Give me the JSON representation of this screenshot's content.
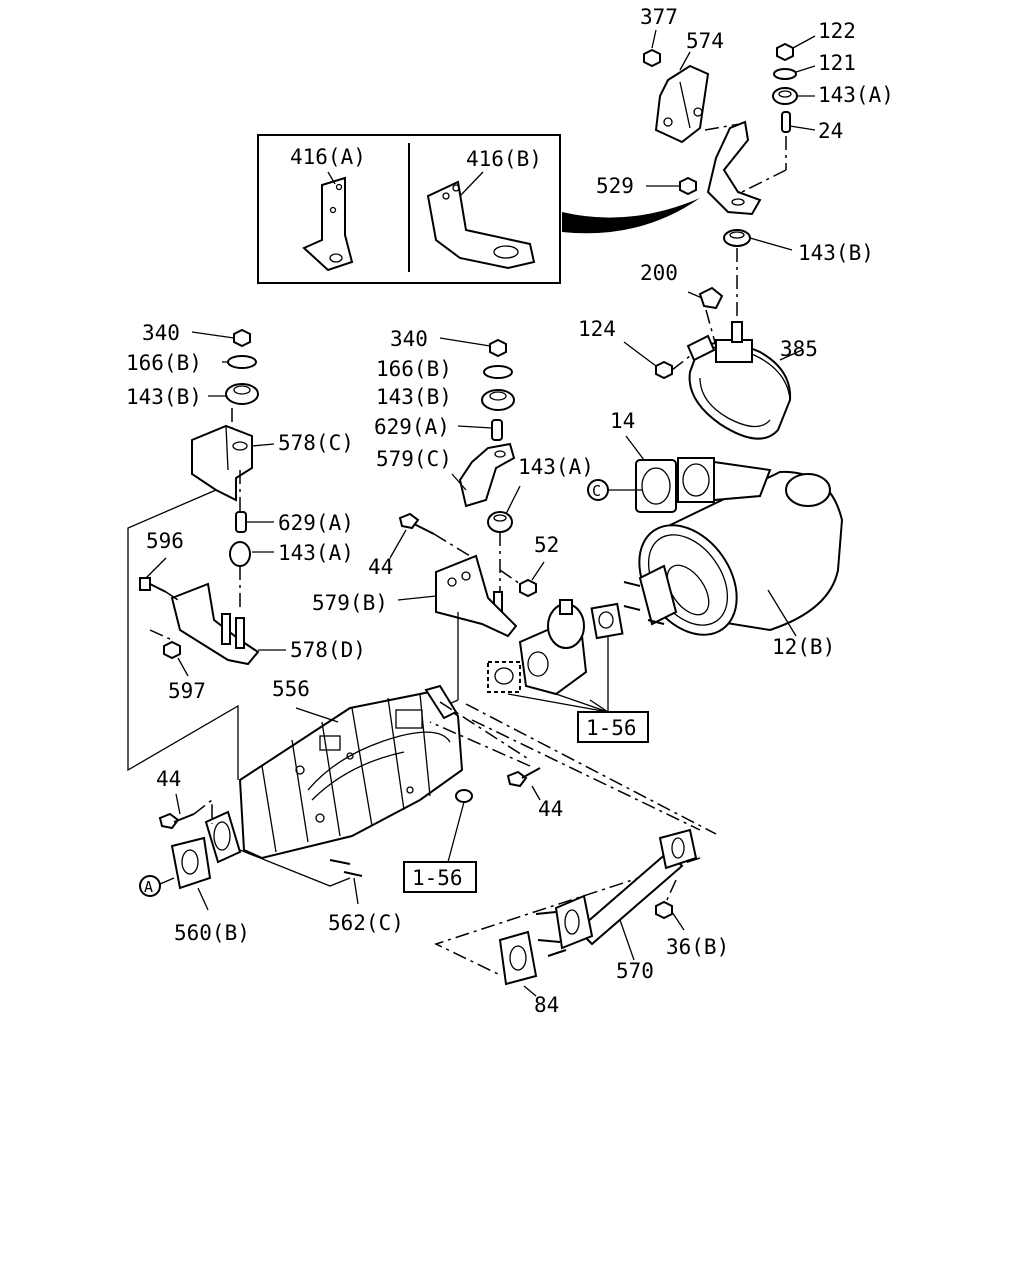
{
  "labels": {
    "p377": "377",
    "p574": "574",
    "p122": "122",
    "p121": "121",
    "p143a_top": "143(A)",
    "p24": "24",
    "p529": "529",
    "p143b_top": "143(B)",
    "p416a": "416(A)",
    "p416b": "416(B)",
    "p200": "200",
    "p124": "124",
    "p385": "385",
    "p340_l": "340",
    "p166b_l": "166(B)",
    "p143b_l": "143(B)",
    "p578c": "578(C)",
    "p629a_l": "629(A)",
    "p143a_l": "143(A)",
    "p596": "596",
    "p578d": "578(D)",
    "p597": "597",
    "p340_m": "340",
    "p166b_m": "166(B)",
    "p143b_m": "143(B)",
    "p629a_m": "629(A)",
    "p579c": "579(C)",
    "p143a_m": "143(A)",
    "p44_m": "44",
    "p52": "52",
    "p579b": "579(B)",
    "p14": "14",
    "pC": "C",
    "p12b": "12(B)",
    "p156_top": "1-56",
    "p556": "556",
    "p44_l": "44",
    "p44_r": "44",
    "p156_bot": "1-56",
    "pA": "A",
    "p560b": "560(B)",
    "p562c": "562(C)",
    "p36b": "36(B)",
    "p570": "570",
    "p84": "84"
  }
}
